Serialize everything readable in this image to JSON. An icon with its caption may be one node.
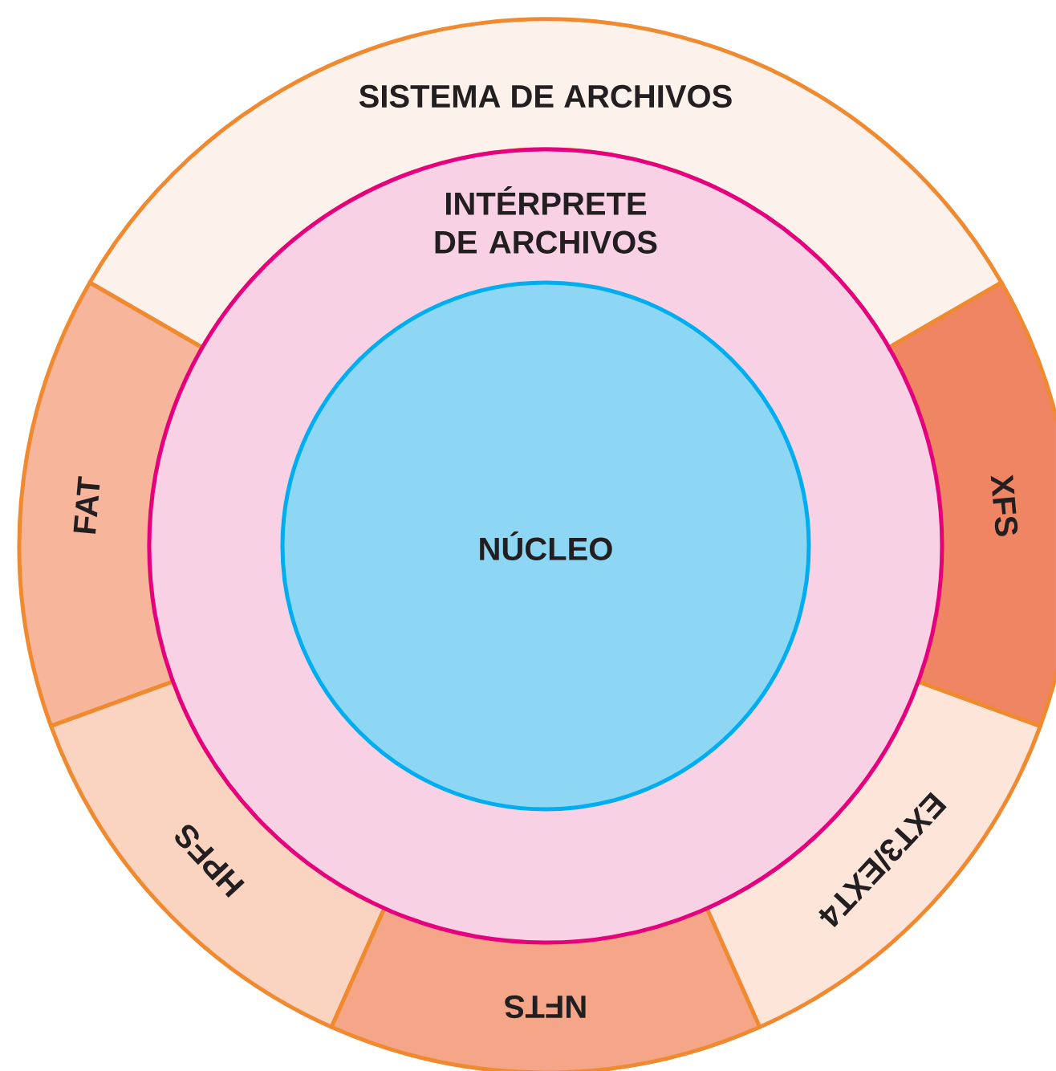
{
  "diagram": {
    "nodes": [
      {
        "text": [
          "SISTEMA DE ARCHIVOS"
        ]
      },
      {
        "text": [
          "FAT"
        ]
      },
      {
        "text": [
          "HPFS"
        ]
      },
      {
        "text": [
          "NFTS"
        ]
      },
      {
        "text": [
          "EXT3/EXT4"
        ]
      },
      {
        "text": [
          "XFS"
        ]
      },
      {
        "text": [
          "INTÉRPRETE DE ARCHIVOS"
        ]
      },
      {
        "text": [
          "NÚCLEO"
        ],
        "in": 6
      }
    ]
  }
}
